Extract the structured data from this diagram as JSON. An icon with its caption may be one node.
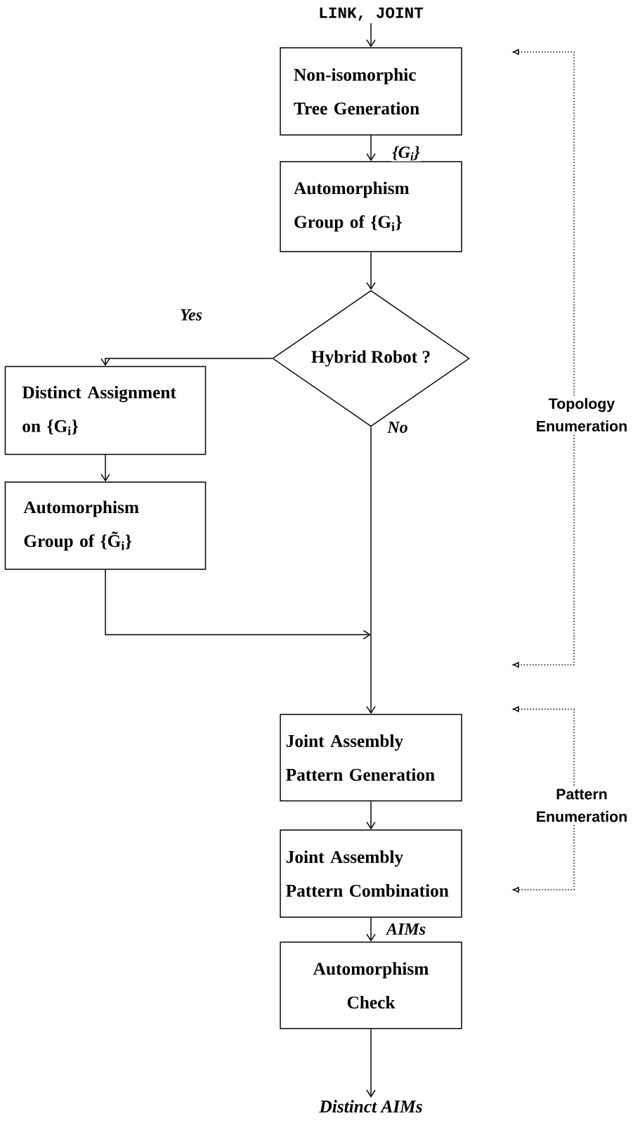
{
  "diagram": {
    "nodes": [
      {
        "text": [
          "LINK, JOINT"
        ]
      },
      {
        "text": [
          "Non-isomorphic Tree Generation"
        ]
      },
      {
        "text": [
          "Automorphism Group of {G$_{i}$}"
        ]
      },
      {
        "text": [
          "Hybrid Robot ?"
        ]
      },
      {
        "text": [
          "Distinct Assignment on {G$_{i}$}"
        ]
      },
      {
        "text": [
          "Automorphism Group of {G̃$_{i}$}"
        ]
      },
      {
        "text": [
          "Joint Assembly Pattern Generation"
        ]
      },
      {
        "text": [
          "Joint Assembly Pattern Combination"
        ]
      },
      {
        "text": [
          "Automorphism Check"
        ]
      },
      {
        "text": [
          "Distinct AIMs"
        ]
      }
    ],
    "edges": [
      {
        "from": 0,
        "to": 1,
        "arrow": "to"
      },
      {
        "from": 1,
        "to": 2,
        "arrow": "to",
        "label": "{G$_{i}$}"
      },
      {
        "from": 2,
        "to": 3,
        "arrow": "to"
      },
      {
        "from": 3,
        "to": 4,
        "arrow": "to",
        "label": "Yes"
      },
      {
        "from": 4,
        "to": 5,
        "arrow": "to"
      },
      {
        "from": 3,
        "to": 6,
        "arrow": "to",
        "label": "No"
      },
      {
        "from": 5,
        "to": 6,
        "arrow": "to"
      },
      {
        "from": 6,
        "to": 7,
        "arrow": "to"
      },
      {
        "from": 7,
        "to": 8,
        "arrow": "to",
        "label": "AIMs"
      },
      {
        "from": 8,
        "to": 9,
        "arrow": "to"
      }
    ],
    "labels": [
      "Topology Enumeration",
      "Pattern Enumeration"
    ]
  }
}
